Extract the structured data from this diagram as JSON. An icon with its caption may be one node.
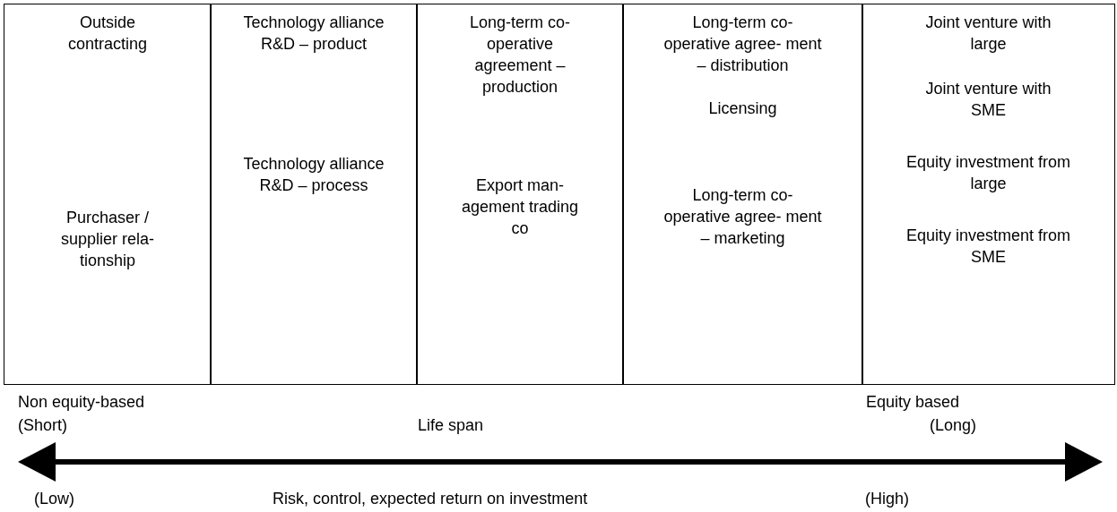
{
  "diagram": {
    "nodes": [
      {
        "text": [
          "Outside contracting",
          "Purchaser / supplier rela- tionship"
        ]
      },
      {
        "text": [
          "Technology alliance R&D – product",
          "Technology alliance R&D – process"
        ]
      },
      {
        "text": [
          "Long-term co- operative agreement – production",
          "Export man- agement trading co"
        ]
      },
      {
        "text": [
          "Long-term co- operative agree- ment – distribution",
          "Licensing",
          "Long-term co- operative agree- ment – marketing"
        ]
      },
      {
        "text": [
          "Joint venture with large",
          "Joint venture with SME",
          "Equity investment from large",
          "Equity investment from SME"
        ]
      }
    ],
    "labels": [
      "Non equity-based",
      "Equity based",
      "(Short)",
      "Life span",
      "(Long)",
      "(Low)",
      "Risk, control, expected return on investment",
      "(High)"
    ]
  }
}
